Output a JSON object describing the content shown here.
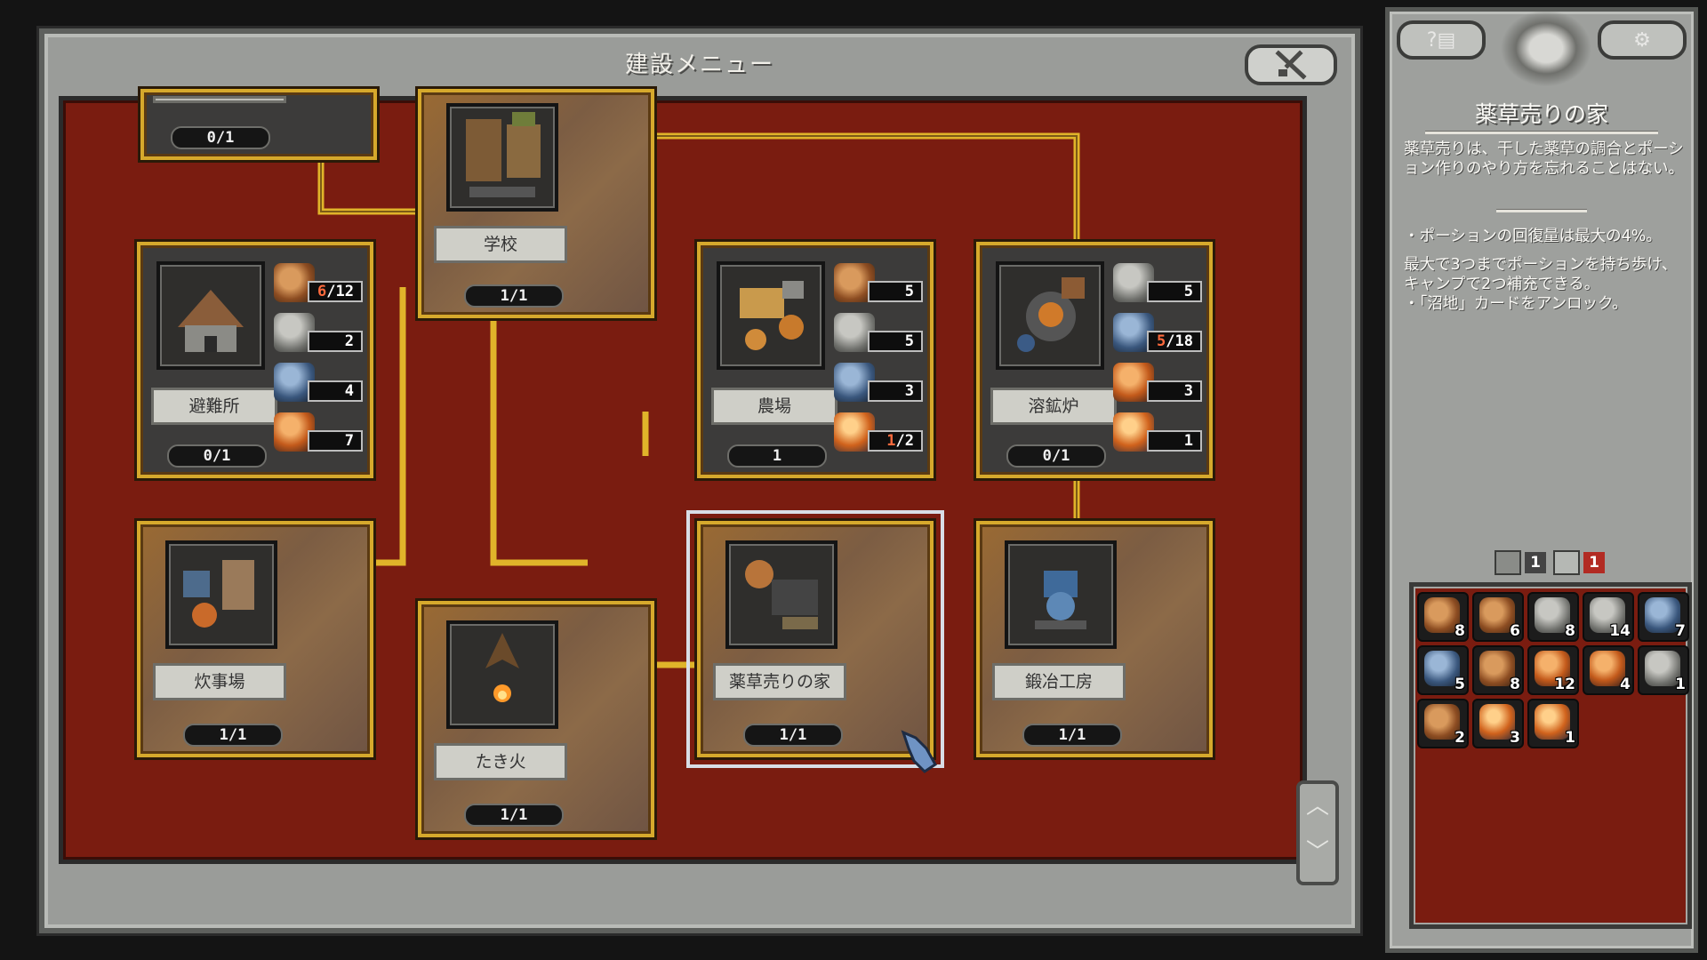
{
  "window": {
    "title": "建設メニュー"
  },
  "cards": [
    {
      "id": "top-left",
      "name": "",
      "count": "0/1",
      "built": false,
      "resources": []
    },
    {
      "id": "school",
      "name": "学校",
      "count": "1/1",
      "built": true,
      "resources": []
    },
    {
      "id": "shelter",
      "name": "避難所",
      "count": "0/1",
      "built": false,
      "resources": [
        {
          "icon": "wood-icon",
          "value": "6/12",
          "short": "6"
        },
        {
          "icon": "stone-icon",
          "value": "2"
        },
        {
          "icon": "metal-icon",
          "value": "4"
        },
        {
          "icon": "orb-icon",
          "value": "7"
        }
      ]
    },
    {
      "id": "farm",
      "name": "農場",
      "count": "1",
      "built": false,
      "resources": [
        {
          "icon": "wood-icon",
          "value": "5"
        },
        {
          "icon": "stone-icon",
          "value": "5"
        },
        {
          "icon": "metal-icon",
          "value": "3"
        },
        {
          "icon": "food-icon",
          "value": "1/2",
          "short": "1"
        }
      ]
    },
    {
      "id": "smelter",
      "name": "溶鉱炉",
      "count": "0/1",
      "built": false,
      "resources": [
        {
          "icon": "stone-icon",
          "value": "5"
        },
        {
          "icon": "metal-icon",
          "value": "5/18",
          "short": "5"
        },
        {
          "icon": "orb-icon",
          "value": "3"
        },
        {
          "icon": "food-icon",
          "value": "1"
        }
      ]
    },
    {
      "id": "kitchen",
      "name": "炊事場",
      "count": "1/1",
      "built": true,
      "resources": []
    },
    {
      "id": "campfire",
      "name": "たき火",
      "count": "1/1",
      "built": true,
      "resources": []
    },
    {
      "id": "herbalist",
      "name": "薬草売りの家",
      "count": "1/1",
      "built": true,
      "selected": true,
      "resources": []
    },
    {
      "id": "smithy",
      "name": "鍛冶工房",
      "count": "1/1",
      "built": true,
      "resources": []
    }
  ],
  "panel": {
    "title": "薬草売りの家",
    "description": "薬草売りは、干した薬草の調合とポーション作りのやり方を忘れることはない。",
    "effects": [
      "・ポーションの回復量は最大の4%。",
      "最大で3つまでポーションを持ち歩け、キャンプで2つ補充できる。",
      "・「沼地」カードをアンロック。"
    ],
    "help_icon": "help-book-icon",
    "settings_icon": "gear-icon",
    "counters": [
      {
        "icon": "card-blade-icon",
        "value": "1",
        "bg": "#444"
      },
      {
        "icon": "tile-icon",
        "value": "1",
        "bg": "#b22b23"
      }
    ],
    "inventory": [
      {
        "icon": "branch-icon",
        "value": "8",
        "kind": "wood"
      },
      {
        "icon": "plank-icon",
        "value": "6",
        "kind": "wood"
      },
      {
        "icon": "rock-icon",
        "value": "8",
        "kind": "stone"
      },
      {
        "icon": "stone-block-icon",
        "value": "14",
        "kind": "stone"
      },
      {
        "icon": "metal-scrap-icon",
        "value": "7",
        "kind": "metal"
      },
      {
        "icon": "metal-orb-icon",
        "value": "5",
        "kind": "metal"
      },
      {
        "icon": "shard-icon",
        "value": "8",
        "kind": "wood"
      },
      {
        "icon": "ration-icon",
        "value": "12",
        "kind": "orb"
      },
      {
        "icon": "amber-icon",
        "value": "4",
        "kind": "orb"
      },
      {
        "icon": "book-icon",
        "value": "1",
        "kind": "stone"
      },
      {
        "icon": "scroll-icon",
        "value": "2",
        "kind": "wood"
      },
      {
        "icon": "food-supply-icon",
        "value": "3",
        "kind": "food"
      },
      {
        "icon": "astral-orb-icon",
        "value": "1",
        "kind": "food"
      }
    ]
  },
  "colors": {
    "board": "#7a1c10",
    "line": "#e0b42a",
    "card_border": "#d6a92c",
    "panel": "#9ea09d"
  }
}
